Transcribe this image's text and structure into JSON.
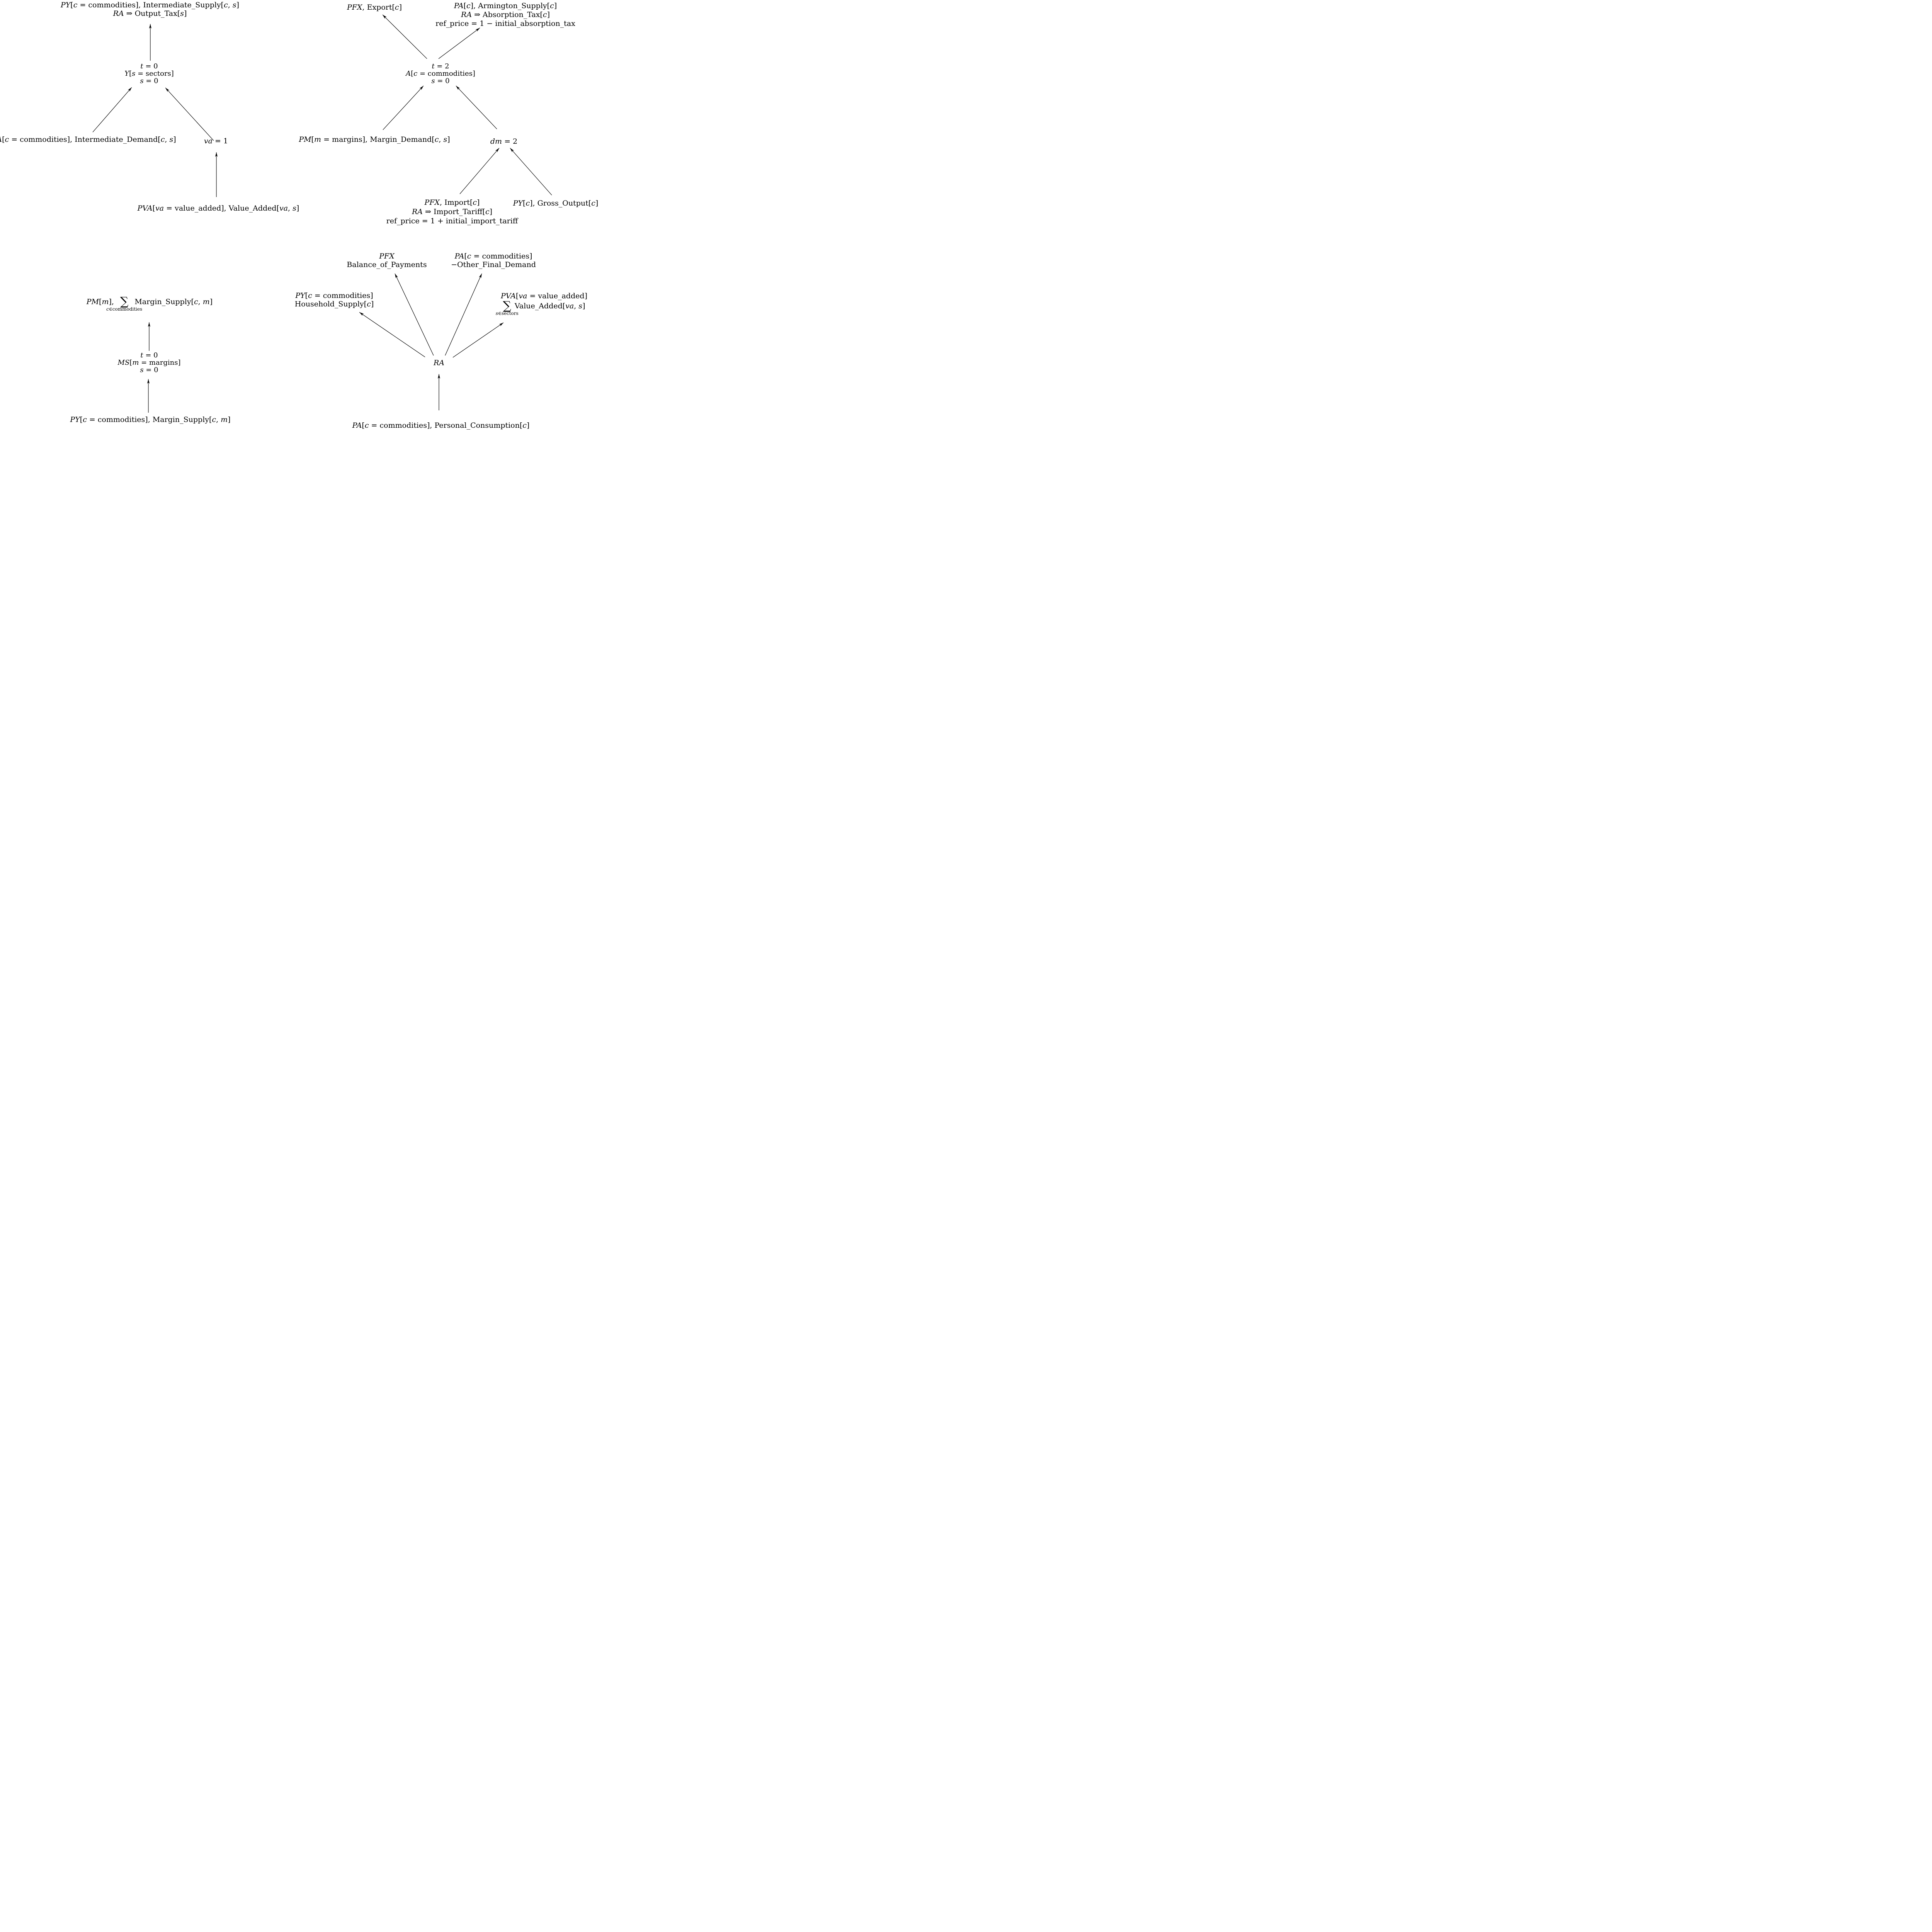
{
  "colors": {
    "ink": "#000000",
    "background": "#ffffff"
  },
  "production_block": {
    "output_line1": "*PY*[*c* = commodities], Intermediate_Supply[*c*, *s*]",
    "output_line2": "*RA* ⇒ Output_Tax[*s*]",
    "node_line1": "*t* = 0",
    "node_line2": "*Y*[*s* = sectors]",
    "node_line3": "*s* = 0",
    "input_intermediate": "*PA*[*c* = commodities], Intermediate_Demand[*c*, *s*]",
    "nest_label": "*va* = 1",
    "input_value_added": "*PVA*[*va* = value_added], Value_Added[*va*, *s*]"
  },
  "armington_block": {
    "output_export": "*PFX*, Export[*c*]",
    "output_supply_line1": "*PA*[*c*], Armington_Supply[*c*]",
    "output_supply_line2": "*RA* ⇒ Absorption_Tax[*c*]",
    "output_supply_line3": "ref_price = 1 − initial_absorption_tax",
    "node_line1": "*t* = 2",
    "node_line2": "*A*[*c* = commodities]",
    "node_line3": "*s* = 0",
    "input_margin": "*PM*[*m* = margins], Margin_Demand[*c*, *s*]",
    "nest_label": "*dm* = 2",
    "input_import_line1": "*PFX*, Import[*c*]",
    "input_import_line2": "*RA* ⇒ Import_Tariff[*c*]",
    "input_import_line3": "ref_price = 1 + initial_import_tariff",
    "input_domestic": "*PY*[*c*], Gross_Output[*c*]"
  },
  "margin_supply_block": {
    "output_prefix": "*PM*[*m*],",
    "sum_symbol": "∑",
    "sum_subscript": "*c*∈commodities",
    "output_suffix": "Margin_Supply[*c*, *m*]",
    "node_line1": "*t* = 0",
    "node_line2": "*MS*[*m* = margins]",
    "node_line3": "*s* = 0",
    "input": "*PY*[*c* = commodities], Margin_Supply[*c*, *m*]"
  },
  "consumption_block": {
    "demand_bop_line1": "*PFX*",
    "demand_bop_line2": "Balance_of_Payments",
    "demand_ofd_line1": "*PA*[*c* = commodities]",
    "demand_ofd_line2": "−Other_Final_Demand",
    "demand_household_line1": "*PY*[*c* = commodities]",
    "demand_household_line2": "Household_Supply[*c*]",
    "demand_va_line1": "*PVA*[*va* = value_added]",
    "demand_va_sum": "∑",
    "demand_va_subscript": "*s*∈sectors",
    "demand_va_line2": "Value_Added[*va*, *s*]",
    "node": "*RA*",
    "input": "*PA*[*c* = commodities], Personal_Consumption[*c*]"
  }
}
